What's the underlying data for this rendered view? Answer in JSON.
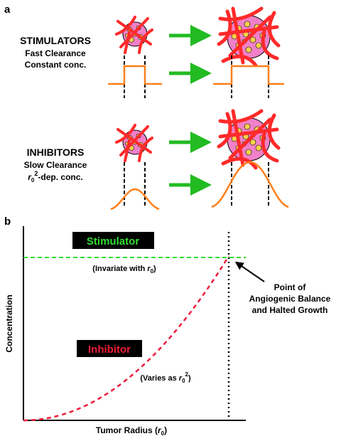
{
  "panel_a": {
    "label": "a",
    "stimulators": {
      "title": "STIMULATORS",
      "line1": "Fast Clearance",
      "line2": "Constant conc."
    },
    "inhibitors": {
      "title": "INHIBITORS",
      "line1": "Slow Clearance",
      "line2_italic": "r",
      "line2_sub": "0",
      "line2_sup": "2",
      "line2_rest": "-dep. conc."
    }
  },
  "panel_b": {
    "label": "b",
    "stimulator_label": "Stimulator",
    "inhibitor_label": "Inhibitor",
    "invariant_prefix": "(Invariate with ",
    "invariant_var": "r",
    "invariant_sub": "0",
    "invariant_suffix": ")",
    "varies_prefix": "(Varies as ",
    "varies_var": "r",
    "varies_sub": "0",
    "varies_sup": "2",
    "varies_suffix": ")",
    "balance_line1": "Point of",
    "balance_line2": "Angiogenic Balance",
    "balance_line3": "and Halted Growth",
    "xlabel_prefix": "Tumor Radius (",
    "xlabel_var": "r",
    "xlabel_sub": "0",
    "xlabel_suffix": ")",
    "ylabel": "Concentration"
  },
  "colors": {
    "stimulator": "#33dd33",
    "inhibitor": "#ee1c3a",
    "profile": "#ff7f1a",
    "arrow": "#22bb22",
    "vessel": "#ff2a2a",
    "cell_fill": "#f080c8",
    "cell_spot": "#f6d24a",
    "label_bg": "#000000"
  }
}
